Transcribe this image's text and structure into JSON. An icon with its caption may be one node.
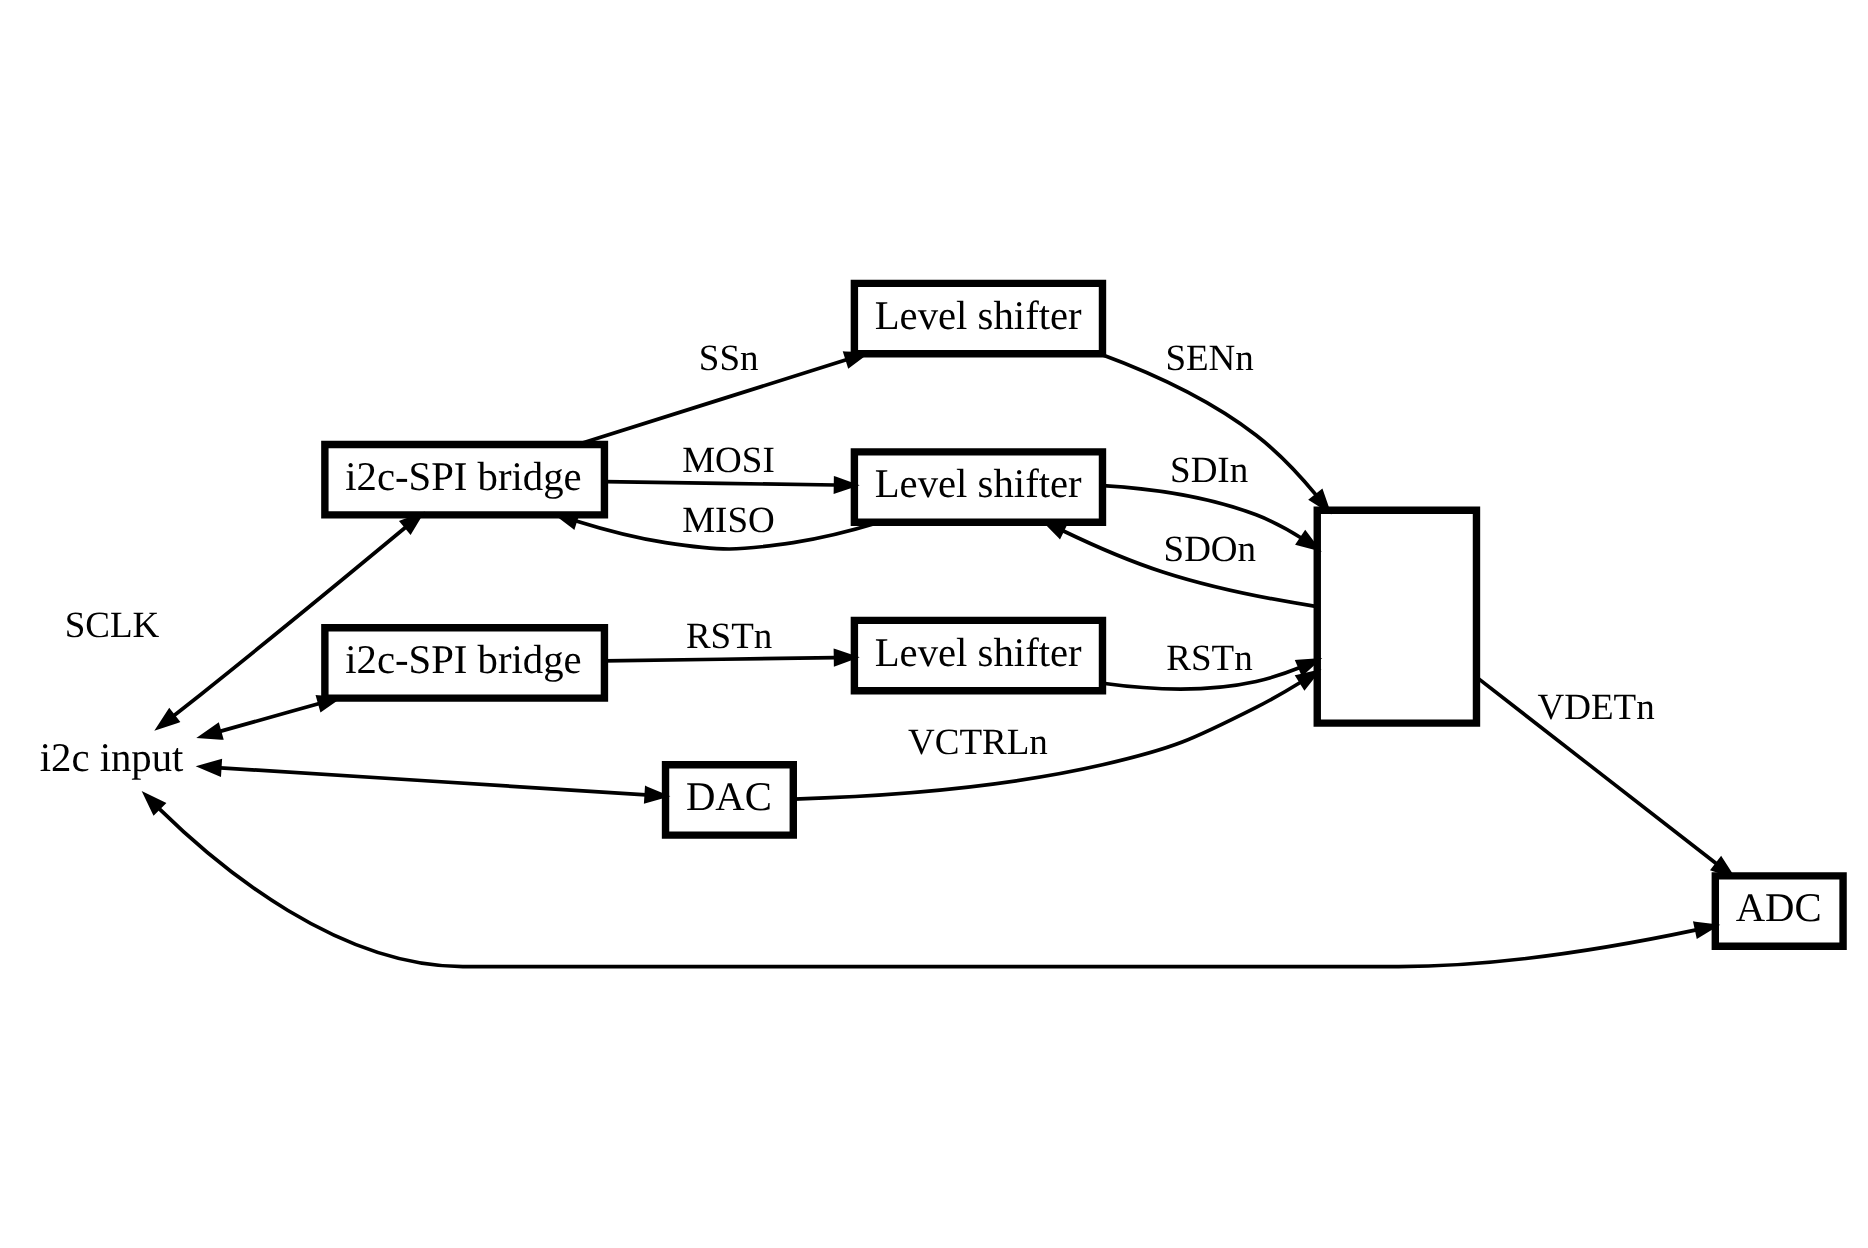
{
  "diagram": {
    "nodes": [
      {
        "text": [
          "i2c input"
        ]
      },
      {
        "text": [
          "i2c-SPI bridge"
        ]
      },
      {
        "text": [
          "Level shifter"
        ]
      },
      {
        "text": [
          "Level shifter"
        ]
      },
      {
        "text": [],
        "shape": "box"
      },
      {
        "text": [
          "i2c-SPI bridge"
        ]
      },
      {
        "text": [
          "Level shifter"
        ]
      },
      {
        "text": [
          "DAC"
        ]
      },
      {
        "text": [
          "ADC"
        ]
      }
    ],
    "edges": [
      {
        "from": 0,
        "to": 1,
        "arrow": "both"
      },
      {
        "from": 0,
        "to": 5,
        "arrow": "both"
      },
      {
        "from": 0,
        "to": 7,
        "arrow": "both"
      },
      {
        "from": 0,
        "to": 8,
        "arrow": "both"
      },
      {
        "from": 1,
        "to": 2,
        "arrow": "to",
        "label": "SSn"
      },
      {
        "from": 2,
        "to": 4,
        "arrow": "to",
        "label": "SENn"
      },
      {
        "from": 1,
        "to": 3,
        "arrow": "to",
        "label": "MOSI"
      },
      {
        "from": 3,
        "to": 1,
        "arrow": "to",
        "label": "MISO"
      },
      {
        "from": 3,
        "to": 4,
        "arrow": "to",
        "label": "SDIn"
      },
      {
        "from": 4,
        "to": 3,
        "arrow": "to",
        "label": "SDOn"
      },
      {
        "from": 5,
        "to": 6,
        "arrow": "to",
        "label": "RSTn"
      },
      {
        "from": 6,
        "to": 4,
        "arrow": "to",
        "label": "RSTn"
      },
      {
        "from": 7,
        "to": 4,
        "arrow": "to",
        "label": "VCTRLn"
      },
      {
        "from": 4,
        "to": 8,
        "arrow": "to",
        "label": "VDETn"
      }
    ],
    "labels": [
      "SCLK"
    ]
  }
}
